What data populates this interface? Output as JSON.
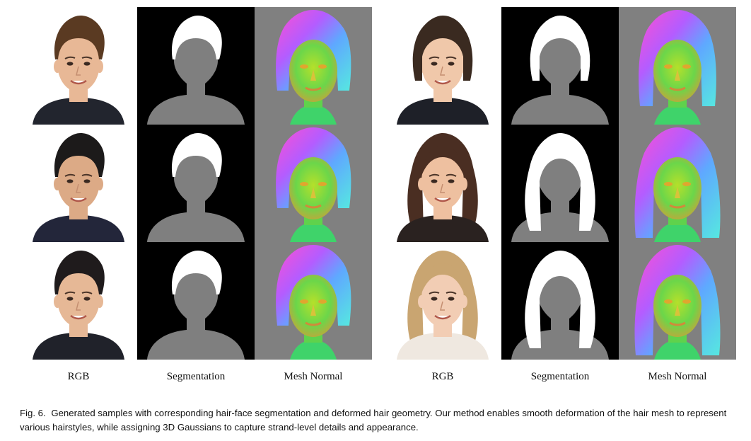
{
  "column_labels": [
    "RGB",
    "Segmentation",
    "Mesh Normal",
    "RGB",
    "Segmentation",
    "Mesh Normal"
  ],
  "caption": {
    "figure_label": "Fig. 6.",
    "text": "Generated samples with corresponding hair-face segmentation and deformed hair geometry. Our method enables smooth deformation of the hair mesh to represent various hairstyles, while assigning 3D Gaussians to capture strand-level details and appearance."
  },
  "samples": [
    {
      "hair": "#5a3a22",
      "skin": "#e8b896",
      "style": "short",
      "shirt": "#22252e"
    },
    {
      "hair": "#3a2a20",
      "skin": "#f0c8aa",
      "style": "bob",
      "shirt": "#1e2028"
    },
    {
      "hair": "#1c1a1a",
      "skin": "#dcaa86",
      "style": "short",
      "shirt": "#23263a"
    },
    {
      "hair": "#4a2e22",
      "skin": "#eec0a0",
      "style": "long",
      "shirt": "#2a2220"
    },
    {
      "hair": "#1f1b1c",
      "skin": "#e6b896",
      "style": "short",
      "shirt": "#20222a"
    },
    {
      "hair": "#c9a571",
      "skin": "#f2cdb4",
      "style": "long",
      "shirt": "#efe8e0"
    }
  ]
}
